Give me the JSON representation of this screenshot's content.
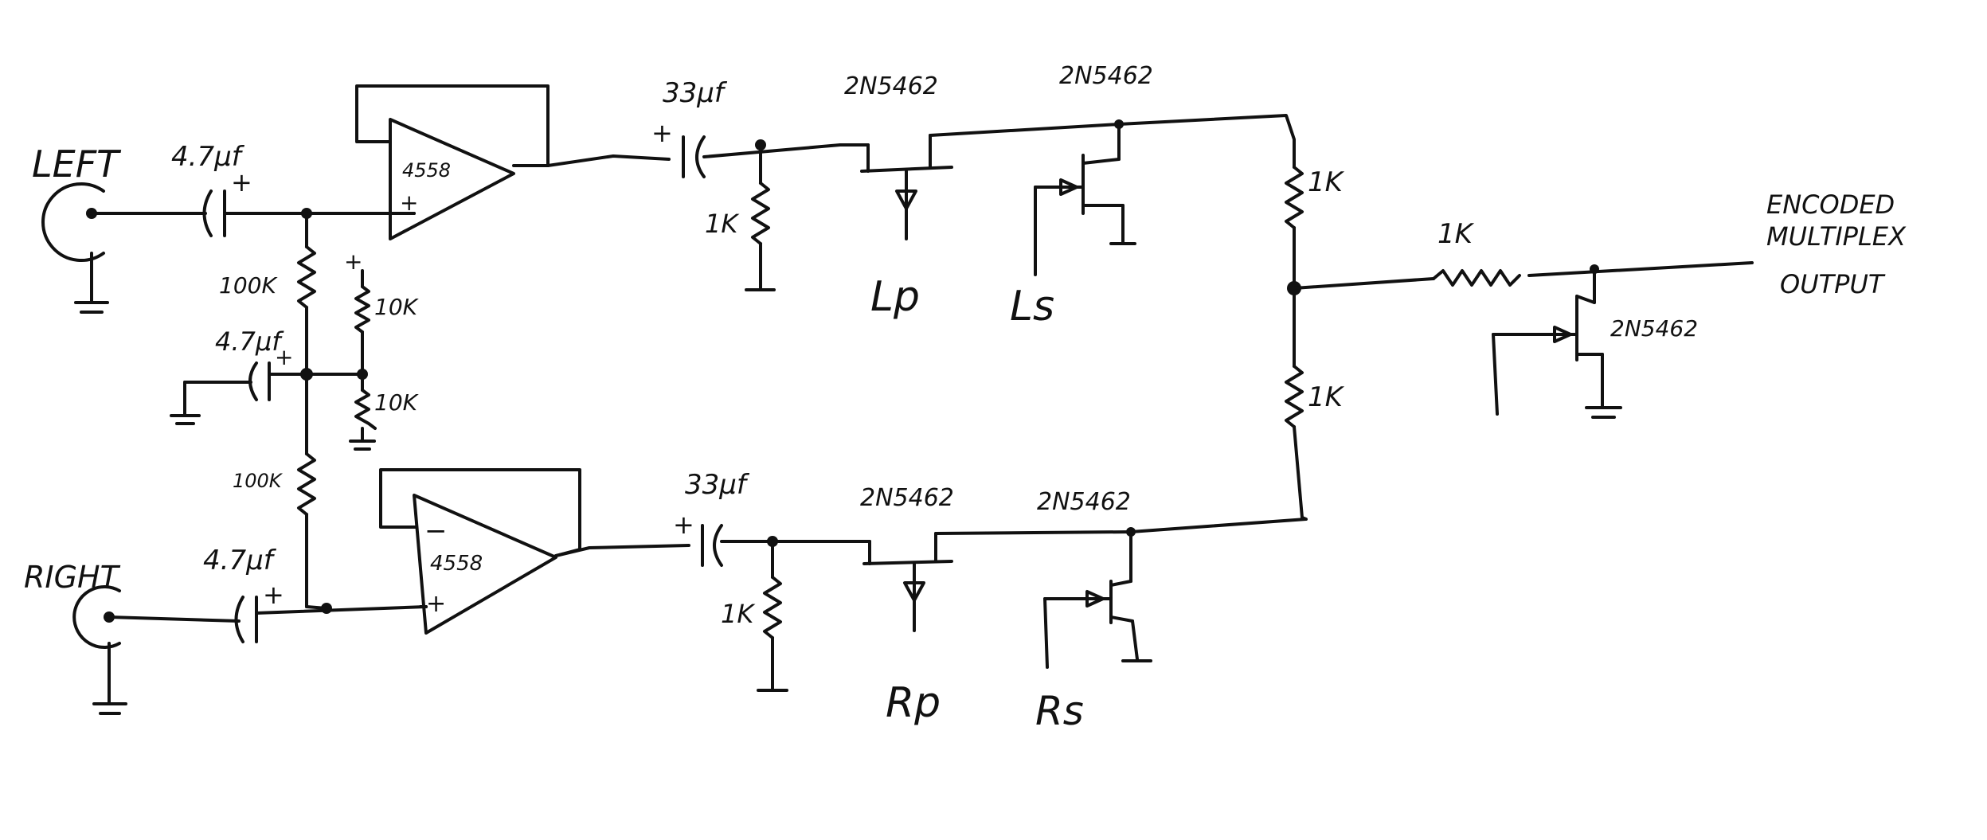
{
  "colors": {
    "ink": "#111111",
    "paper": "#ffffff"
  },
  "inputs": {
    "left": "LEFT",
    "right": "RIGHT"
  },
  "capacitors": {
    "left_input": "4.7µf",
    "bias": "4.7µf",
    "right_input": "4.7µf",
    "left_output": "33µf",
    "right_output": "33µf"
  },
  "polarity_plus": "+",
  "polarity_minus": "−",
  "resistors": {
    "bias_top": "100K",
    "bias_bottom": "100K",
    "divider_top": "10K",
    "divider_bottom": "10K",
    "left_shunt": "1K",
    "right_shunt": "1K",
    "mix_top": "1K",
    "mix_bottom": "1K",
    "output_series": "1K"
  },
  "opamps": {
    "top": "4558",
    "bottom": "4558"
  },
  "transistors": {
    "left_pass": "2N5462",
    "left_shunt": "2N5462",
    "right_pass": "2N5462",
    "right_shunt": "2N5462",
    "output_shunt": "2N5462"
  },
  "control_labels": {
    "lp": "Lp",
    "ls": "Ls",
    "rp": "Rp",
    "rs": "Rs"
  },
  "output_label": [
    "ENCODED",
    "MULTIPLEX",
    "OUTPUT"
  ]
}
